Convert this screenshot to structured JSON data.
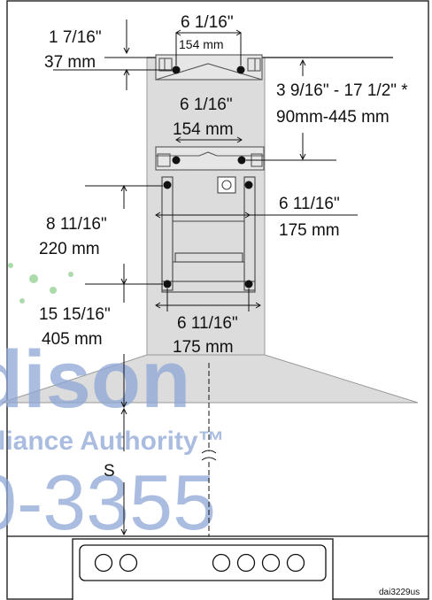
{
  "dimensions": {
    "top_bracket_width": {
      "imperial": "6 1/16\"",
      "metric": "154 mm"
    },
    "top_offset": {
      "imperial": "1 7/16\"",
      "metric": "37 mm"
    },
    "mid_bracket_width": {
      "imperial": "6 1/16\"",
      "metric": "154 mm"
    },
    "adjust_range": {
      "imperial": "3 9/16\" - 17 1/2\" *",
      "metric": "90mm-445 mm"
    },
    "upper_frame_width": {
      "imperial": "6 11/16\"",
      "metric": "175 mm"
    },
    "frame_height": {
      "imperial": "8 11/16\"",
      "metric": "220 mm"
    },
    "lower_frame_width": {
      "imperial": "6 11/16\"",
      "metric": "175 mm"
    },
    "lower_offset": {
      "imperial": "15 15/16\"",
      "metric": "405 mm"
    }
  },
  "clearance_label": "S",
  "drawing_code": "dai3229us",
  "watermark": {
    "line1": "dison",
    "line2": "liance Authority™",
    "line3": "0-3355"
  },
  "colors": {
    "hood": "#dcdcdc",
    "line": "#111111",
    "watermark_blue": "#8ea7d6",
    "watermark_green": "#8fcf8f"
  }
}
